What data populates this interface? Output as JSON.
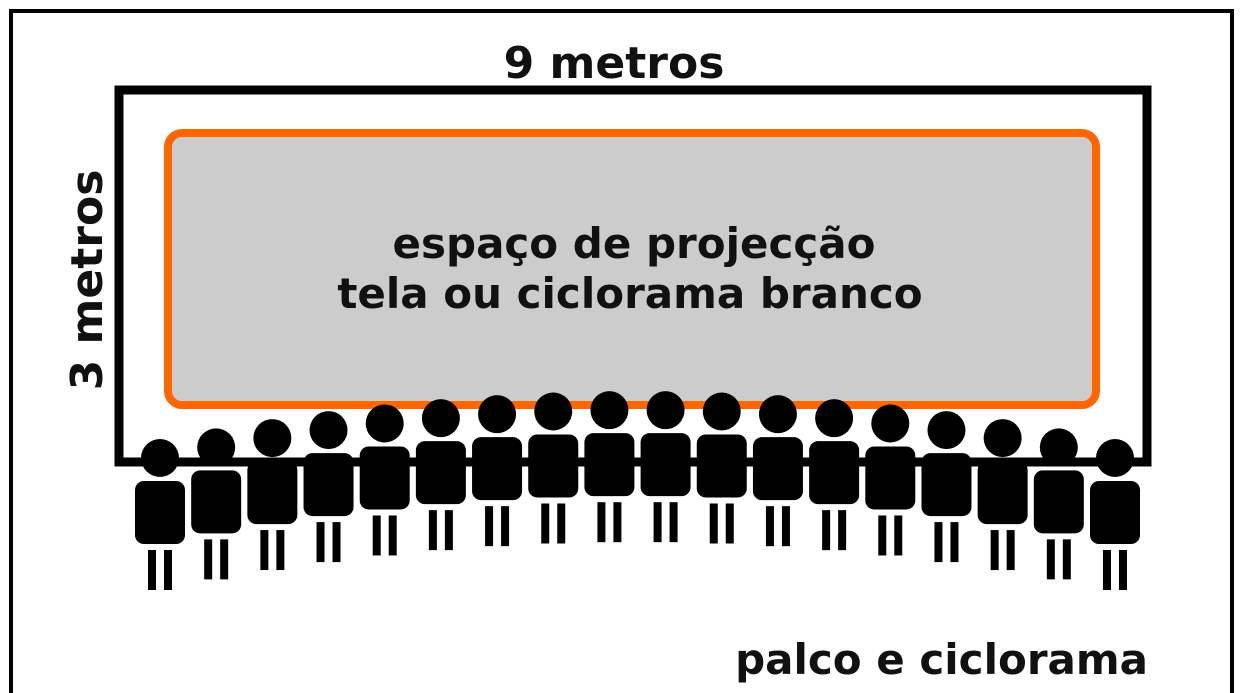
{
  "labels": {
    "width_dimension": "9 metros",
    "height_dimension": "3 metros",
    "screen_line1": "espaço de projecção",
    "screen_line2": "tela ou ciclorama branco",
    "stage_caption": "palco e ciclorama"
  },
  "audience": {
    "person_count": 18
  },
  "colors": {
    "frame": "#000000",
    "screen_fill": "#cccccc",
    "screen_border": "#ff6600",
    "people": "#000000",
    "text": "#111111"
  }
}
